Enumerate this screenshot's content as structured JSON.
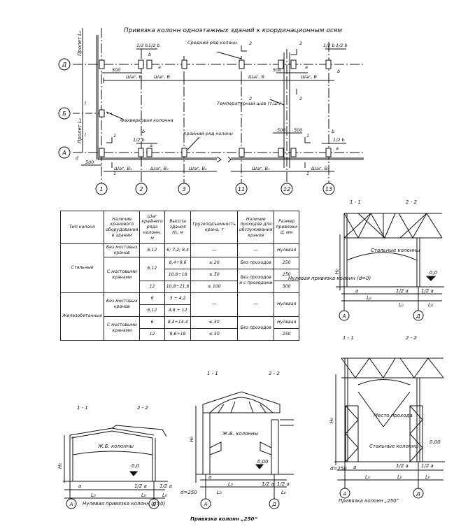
{
  "title": "Привязка колонн одноэтажных зданий к координационным осям",
  "plan": {
    "axis_letters": [
      "Д",
      "Б",
      "А"
    ],
    "axis_numbers": [
      "1",
      "2",
      "3",
      "11",
      "12",
      "13"
    ],
    "span_top": "Пролет Lₐ",
    "span_bottom": "Пролет Lₐ",
    "half_b": "1/2 b",
    "b": "b",
    "a": "a",
    "d": "d",
    "l": "l",
    "dim_500": "500",
    "step_b": "Шаг, B",
    "step_b0": "Шаг, B₀",
    "middle_row": "Средний ряд колонн",
    "edge_row": "Крайний ряд колонн",
    "half_timber": "Фахверковая колонна",
    "joint": "Температурный шов (т.ш.)",
    "sec1": "1",
    "sec2": "2"
  },
  "table": {
    "headers": [
      "Тип колонн",
      "Наличие кранового оборудования в здании",
      "Шаг крайнего ряда колонн, м",
      "Высота здания H₀, м",
      "Грузоподъемность крана, т",
      "Наличие проходов для обслуживания кранов",
      "Размер привязки d, мм"
    ],
    "groups": [
      {
        "type": "Стальные",
        "rows": [
          {
            "crane": "Без мостовых кранов",
            "step": "6,12",
            "height": "6; 7,2; 8,4",
            "load": "—",
            "passage": "—",
            "dim": "Нулевая"
          },
          {
            "crane": "С мостовыми кранами",
            "step": "6,12",
            "height": "8,4÷9,6",
            "load": "≤ 20",
            "passage": "Без проходов",
            "dim": "250"
          },
          {
            "crane": "",
            "step": "",
            "height": "10,8÷18",
            "load": "≤ 50",
            "passage": "Без проходов и с проходами",
            "dim": "250"
          },
          {
            "crane": "",
            "step": "12",
            "height": "10,8÷21,6",
            "load": "≤ 100",
            "passage": "",
            "dim": "500"
          }
        ]
      },
      {
        "type": "Железобетонные",
        "rows": [
          {
            "crane": "Без мостовых кранов",
            "step": "6",
            "height": "3 ÷ 4,2",
            "load": "—",
            "passage": "—",
            "dim": "Нулевая"
          },
          {
            "crane": "",
            "step": "6,12",
            "height": "4,8 ÷ 12",
            "load": "",
            "passage": "",
            "dim": ""
          },
          {
            "crane": "С мостовыми кранами",
            "step": "6",
            "height": "8,4÷14,4",
            "load": "≤ 30",
            "passage": "Без проходов",
            "dim": "Нулевая"
          },
          {
            "crane": "",
            "step": "12",
            "height": "9,6÷18",
            "load": "≤ 50",
            "passage": "",
            "dim": "250"
          }
        ]
      }
    ]
  },
  "sections": {
    "s11": "1 - 1",
    "s22": "2 - 2",
    "steel_columns": "Стальные колонны",
    "rc_columns": "Ж.Б. колонны",
    "zero_bind": "Нулевая привязка колонн (d=0)",
    "bind_250": "Привязка колонн „250“",
    "passage_place": "Место прохода",
    "level_000": "0,00",
    "level_00": "0,0",
    "h0": "H₀",
    "a": "a",
    "half_a": "1/2 a",
    "l0": "L₀",
    "d250": "d=250",
    "axis_a": "А",
    "axis_d": "Д"
  }
}
